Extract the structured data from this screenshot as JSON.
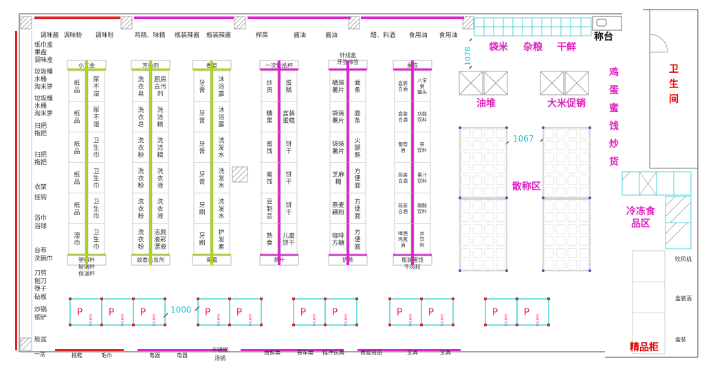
{
  "colors": {
    "wall": "#e02020",
    "green_shelf": "#a8d818",
    "magenta_shelf": "#e020d0",
    "cyan": "#20c8d0",
    "magenta_text": "#e020c0",
    "red_text": "#e00000"
  },
  "top_wall": {
    "labels": [
      "调味酱",
      "调味粉",
      "调味粉",
      "鸡精、味精",
      "瓶装辣酱",
      "瓶装辣酱",
      "榨菜",
      "酱油",
      "酱油",
      "醋、料酒",
      "食用油",
      "食用油"
    ]
  },
  "left_wall": {
    "labels": [
      "纸巾盒",
      "果盘",
      "调味盒",
      "垃圾桶",
      "水桶",
      "淘米箩",
      "垃圾桶",
      "水桶",
      "淘米箩",
      "扫把",
      "拖把",
      "扫把",
      "拖把",
      "衣架",
      "挂钩",
      "浴巾",
      "浴球",
      "台布",
      "洗碗巾",
      "刀剪",
      "刨刀",
      "筷子",
      "砧板",
      "炒锅",
      "铜铲",
      "脸盆"
    ]
  },
  "bottom_wall": {
    "labels": [
      "一盆",
      "拖鞋",
      "毛巾",
      "电器",
      "电器",
      "不锈钢",
      "汤锅",
      "益智类",
      "赛车类",
      "挂件玩具",
      "体育用品",
      "文具",
      "文具"
    ]
  },
  "right_area": {
    "rice_labels": [
      "袋米",
      "杂粮",
      "干鲜"
    ],
    "scale_label": "称台",
    "oil_label": "油堆",
    "rice_promo_label": "大米促销",
    "bulk_label": "散称区",
    "eggs_label": "鸡\n蛋\n蜜\n饯\n炒\n货",
    "toilet_label": "卫\n生\n间",
    "frozen_label": "冷冻食\n品区",
    "boutique_label": "精品柜",
    "right_small": [
      "吹风机",
      "盒装酒",
      "盒装"
    ],
    "dims": [
      "1078",
      "1067"
    ]
  },
  "aisles": [
    {
      "top": "小五金",
      "bottom": "塑料杯\n玻璃杯\n保温杯",
      "left": [
        "纸\n品",
        "纸\n品",
        "纸\n品",
        "纸\n品",
        "纸\n品",
        "湿\n巾"
      ],
      "right": [
        "尿\n不\n湿",
        "尿\n不\n湿",
        "卫\n生\n巾",
        "卫\n生\n巾",
        "卫\n生\n巾",
        "卫\n生\n巾"
      ]
    },
    {
      "top": "芳香剂",
      "bottom": "蚊香杀虫剂",
      "left": [
        "洗\n衣\n皂",
        "洗\n衣\n皂",
        "洗\n衣\n粉",
        "洗\n衣\n粉",
        "洗\n衣\n粉",
        "洗\n衣\n粉"
      ],
      "right": [
        "厨房\n去污\n剂",
        "洗\n洁\n精",
        "洗\n洁\n精",
        "洗\n衣\n液",
        "洗\n衣\n液",
        "洁厕\n液彩\n漂液"
      ]
    },
    {
      "top": "香皂",
      "bottom": "膏霜",
      "left": [
        "牙\n膏",
        "牙\n膏",
        "牙\n膏",
        "牙\n膏",
        "牙\n刷",
        "牙\n刷"
      ],
      "right": [
        "沐\n浴\n露",
        "沐\n浴\n露",
        "洗\n发\n水",
        "洗\n发\n水",
        "洗\n发\n水",
        "护\n发\n素"
      ]
    },
    {
      "top": "一次性纸杯",
      "bottom": "茶叶",
      "left": [
        "炒\n货",
        "糖\n果",
        "蜜\n饯",
        "蜜\n饯",
        "豆\n制\n品",
        "熟\n食"
      ],
      "right": [
        "蛋\n糕",
        "盒装\n蛋糕",
        "饼\n干",
        "饼\n干",
        "饼\n干",
        "儿童\n饼干"
      ]
    },
    {
      "top": "针线盒\n牙签棉签",
      "bottom": "奶茶",
      "left": [
        "桶装\n薯片",
        "袋装\n薯片",
        "袋装\n薯片",
        "芝麻\n糊",
        "燕麦\n藕粉",
        "咖啡\n方糖"
      ],
      "right": [
        "面\n条",
        "面\n条",
        "火\n腿\n肠",
        "方\n便\n面",
        "方\n便\n面",
        "方\n便\n面"
      ]
    },
    {
      "top": "果冻",
      "bottom": "瓶装蜜饯\n牛肉粒",
      "left": [
        "盒装\n白酒",
        "盒装\n白酒",
        "葡萄\n酒",
        "简装\n白酒",
        "简装\n白酒",
        "啤酒\n鸡尾\n酒"
      ],
      "right": [
        "八宝\n粥\n罐头",
        "功能\n饮料",
        "茶\n饮料",
        "果汁\n饮料",
        "碳酸\n饮料",
        "水\n饮\n料"
      ]
    }
  ],
  "bottom_cases": {
    "dim": "1000",
    "case_label": "P",
    "case_sub": "ROMTON"
  }
}
